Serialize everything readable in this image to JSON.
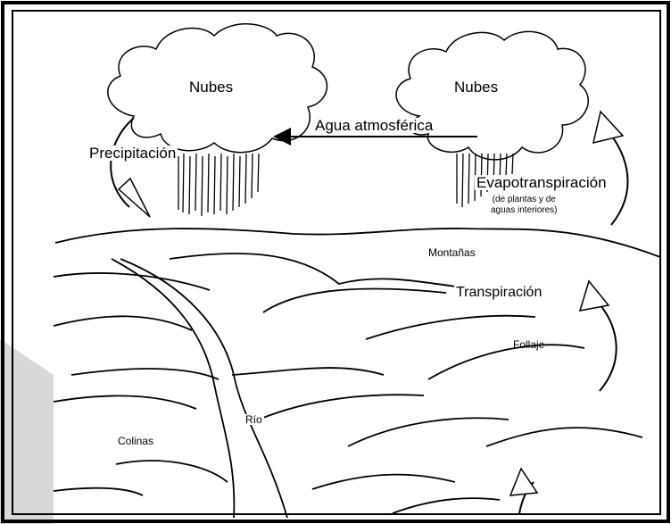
{
  "labels": {
    "cloud_left": "Nubes",
    "cloud_right": "Nubes",
    "atmospheric_water": "Agua atmosférica",
    "precipitation": "Precipitación",
    "evapotranspiration": "Evapotranspiración",
    "evapo_note_line1": "(de plantas y de",
    "evapo_note_line2": "aguas interiores)",
    "mountains": "Montañas",
    "transpiration": "Transpiración",
    "foliage": "Follaje",
    "river": "Río",
    "hills": "Colinas"
  }
}
